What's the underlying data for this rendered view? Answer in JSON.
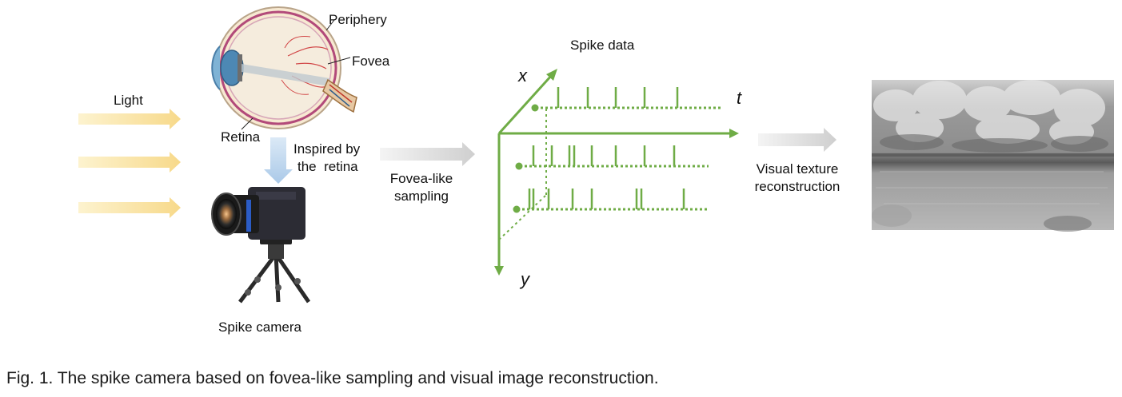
{
  "labels": {
    "light": "Light",
    "periphery": "Periphery",
    "fovea": "Fovea",
    "retina": "Retina",
    "inspired": [
      "Inspired by",
      "the  retina"
    ],
    "spike_camera": "Spike camera",
    "fovea_sampling": [
      "Fovea-like",
      "sampling"
    ],
    "spike_data": "Spike data",
    "axis_x": "x",
    "axis_t": "t",
    "axis_y": "y",
    "reconstruction": [
      "Visual texture",
      "reconstruction"
    ]
  },
  "caption": "Fig. 1. The spike camera based on fovea-like sampling and visual image reconstruction.",
  "colors": {
    "spike_green": "#6fac46",
    "light_arrow": "#fbe39a",
    "gray_arrow": "#d9d9d9",
    "blue_arrow": "#bdd7ee"
  }
}
